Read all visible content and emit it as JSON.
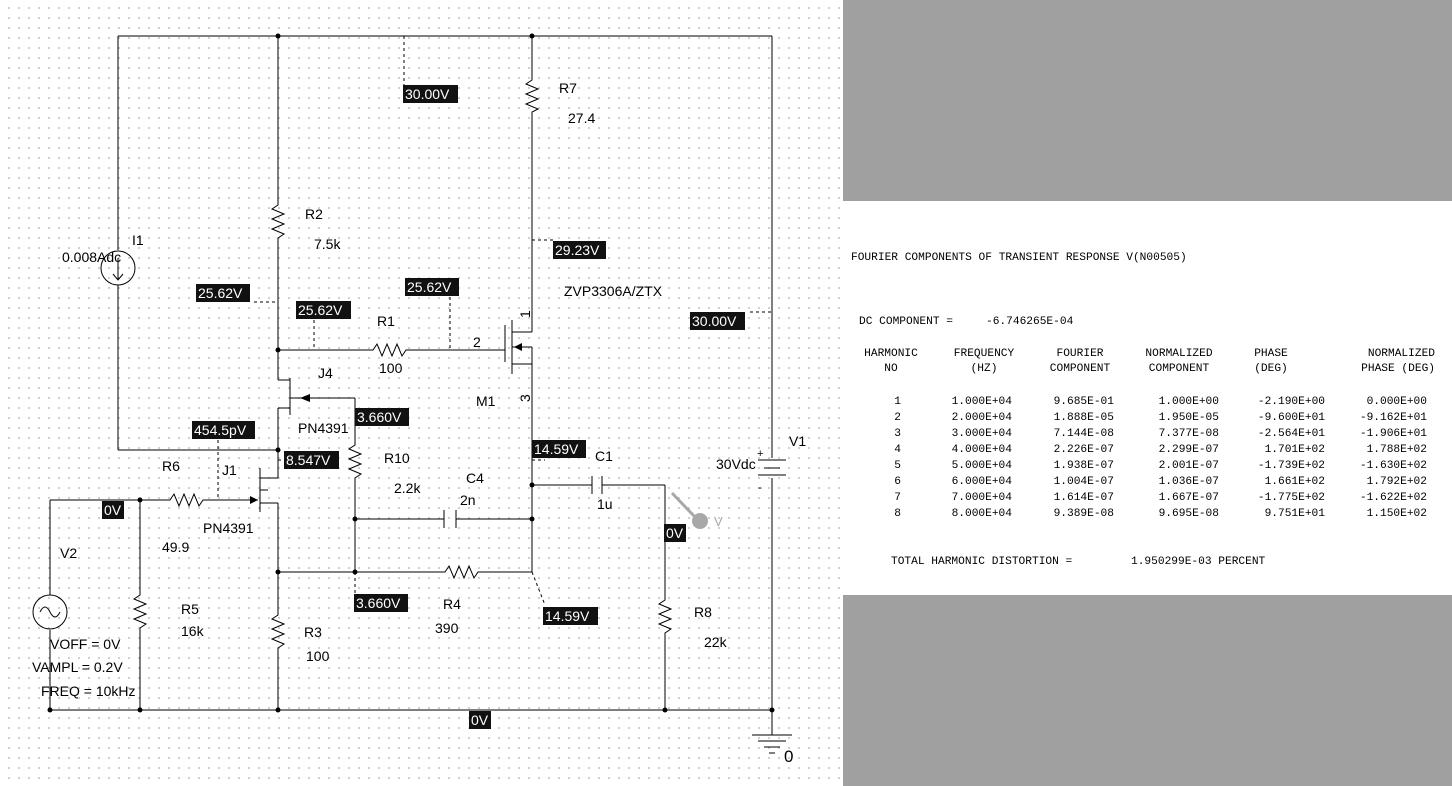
{
  "schematic": {
    "components": {
      "r7": {
        "ref": "R7",
        "value": "27.4"
      },
      "r2": {
        "ref": "R2",
        "value": "7.5k"
      },
      "i1": {
        "ref": "I1",
        "value": "0.008Adc"
      },
      "r1": {
        "ref": "R1",
        "value": "100"
      },
      "m1": {
        "ref": "M1",
        "model": "ZVP3306A/ZTX",
        "pin_gate": "2",
        "pin_drain": "1",
        "pin_source": "3"
      },
      "j4": {
        "ref": "J4",
        "model": "PN4391"
      },
      "r10": {
        "ref": "R10",
        "value": "2.2k"
      },
      "c4": {
        "ref": "C4",
        "value": "2n"
      },
      "c1": {
        "ref": "C1",
        "value": "1u"
      },
      "r6": {
        "ref": "R6",
        "value": "49.9"
      },
      "j1": {
        "ref": "J1",
        "model": "PN4391"
      },
      "v2": {
        "ref": "V2",
        "voff": "VOFF = 0V",
        "vampl": "VAMPL = 0.2V",
        "freq": "FREQ = 10kHz"
      },
      "r5": {
        "ref": "R5",
        "value": "16k"
      },
      "r3": {
        "ref": "R3",
        "value": "100"
      },
      "r4": {
        "ref": "R4",
        "value": "390"
      },
      "r8": {
        "ref": "R8",
        "value": "22k"
      },
      "v1": {
        "ref": "V1",
        "value": "30Vdc",
        "plus": "+",
        "minus": "-"
      },
      "ground": {
        "label": "0"
      },
      "probe": {
        "label": "V"
      }
    },
    "voltages": {
      "top_rail": "30.00V",
      "m1_drain": "29.23V",
      "v1_node": "30.00V",
      "j4_drain": "25.62V",
      "r1_left": "25.62V",
      "m1_gate": "25.62V",
      "j4_source": "3.660V",
      "j4_cap": "454.5pV",
      "j1_drain": "8.547V",
      "m1_source": "14.59V",
      "input": "0V",
      "output": "0V",
      "r4_left": "3.660V",
      "r4_right": "14.59V",
      "ground_rail": "0V"
    }
  },
  "report": {
    "title": "FOURIER COMPONENTS OF TRANSIENT RESPONSE V(N00505)",
    "dc_label": "DC COMPONENT =",
    "dc_value": "-6.746265E-04",
    "headers": [
      [
        "HARMONIC",
        "NO"
      ],
      [
        "FREQUENCY",
        "(HZ)"
      ],
      [
        "FOURIER",
        "COMPONENT"
      ],
      [
        "NORMALIZED",
        "COMPONENT"
      ],
      [
        "PHASE",
        "(DEG)"
      ],
      [
        "NORMALIZED",
        "PHASE (DEG)"
      ]
    ],
    "rows": [
      [
        "1",
        "1.000E+04",
        "9.685E-01",
        "1.000E+00",
        "-2.190E+00",
        "0.000E+00"
      ],
      [
        "2",
        "2.000E+04",
        "1.888E-05",
        "1.950E-05",
        "-9.600E+01",
        "-9.162E+01"
      ],
      [
        "3",
        "3.000E+04",
        "7.144E-08",
        "7.377E-08",
        "-2.564E+01",
        "-1.906E+01"
      ],
      [
        "4",
        "4.000E+04",
        "2.226E-07",
        "2.299E-07",
        "1.701E+02",
        "1.788E+02"
      ],
      [
        "5",
        "5.000E+04",
        "1.938E-07",
        "2.001E-07",
        "-1.739E+02",
        "-1.630E+02"
      ],
      [
        "6",
        "6.000E+04",
        "1.004E-07",
        "1.036E-07",
        "1.661E+02",
        "1.792E+02"
      ],
      [
        "7",
        "7.000E+04",
        "1.614E-07",
        "1.667E-07",
        "-1.775E+02",
        "-1.622E+02"
      ],
      [
        "8",
        "8.000E+04",
        "9.389E-08",
        "9.695E-08",
        "9.751E+01",
        "1.150E+02"
      ]
    ],
    "thd_label": "TOTAL HARMONIC DISTORTION =",
    "thd_value": "1.950299E-03 PERCENT"
  },
  "colors": {
    "voltage_tag_bg": "#111111",
    "panel_gray": "#a0a0a0",
    "probe": "#a8a8a8"
  }
}
